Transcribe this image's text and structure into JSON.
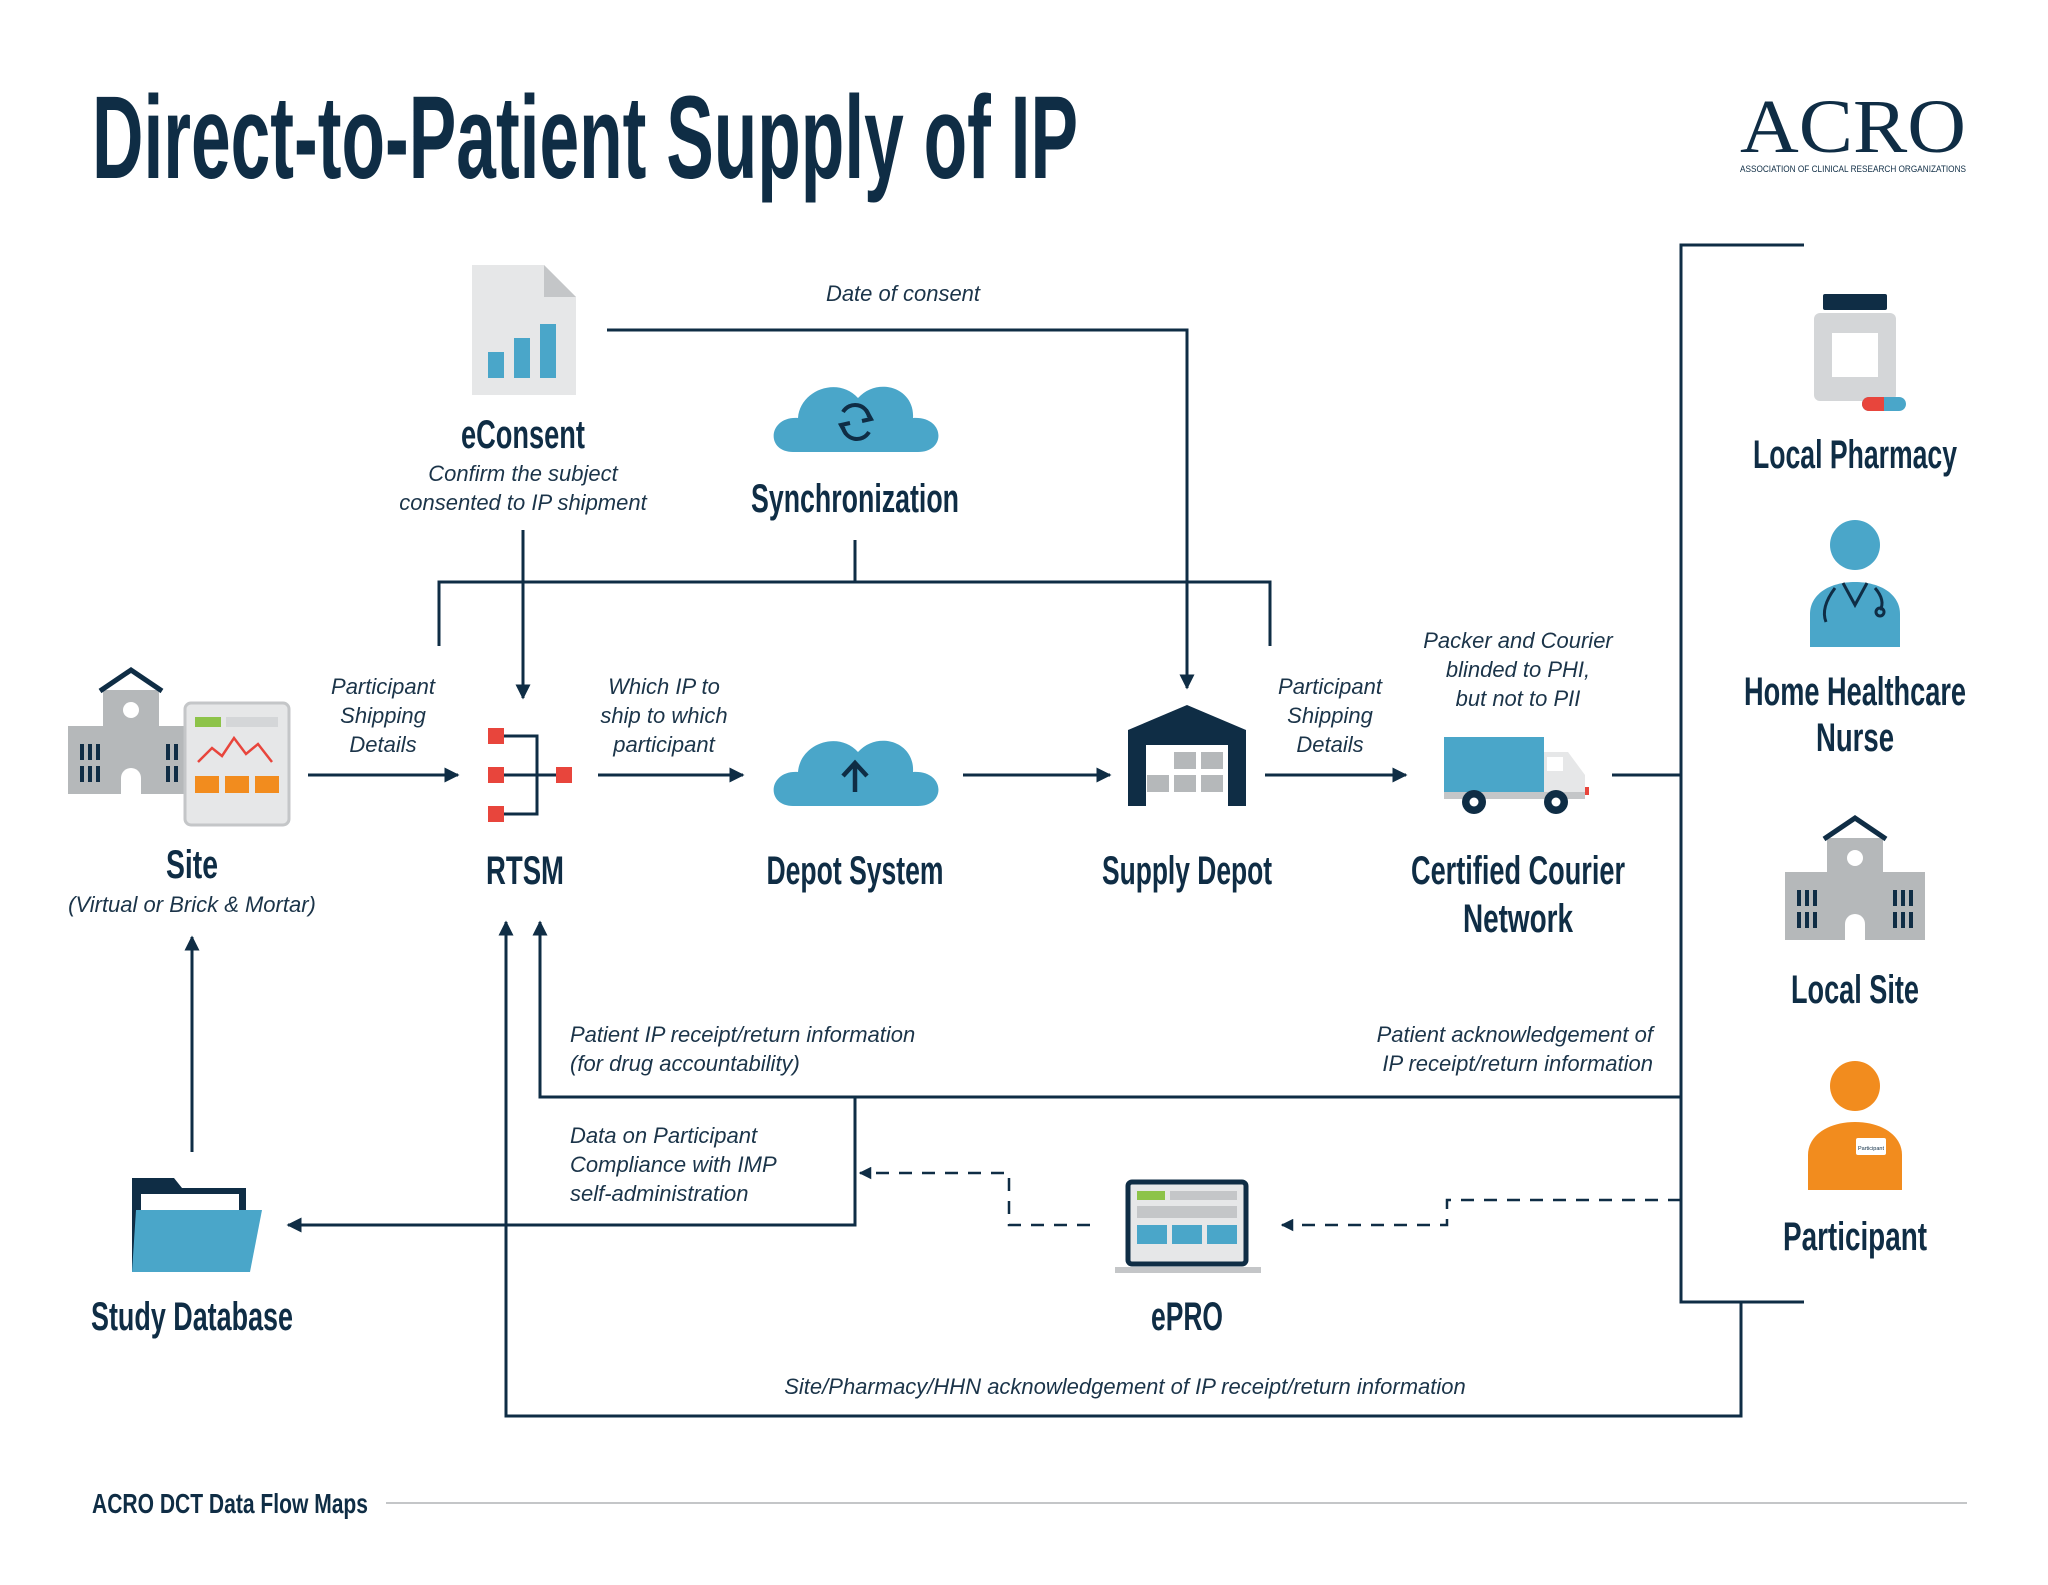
{
  "title": "Direct-to-Patient Supply of IP",
  "logo": {
    "name": "ACRO",
    "subtitle": "ASSOCIATION OF CLINICAL RESEARCH ORGANIZATIONS"
  },
  "footer": "ACRO DCT Data Flow Maps",
  "colors": {
    "navy": "#0f2d45",
    "blue": "#4aa6c9",
    "grey": "#b5b8ba",
    "orange": "#f28c1e",
    "red": "#e8453c",
    "green": "#8dc349"
  },
  "nodes": {
    "econsent": {
      "label": "eConsent",
      "sub": [
        "Confirm the subject",
        "consented to IP shipment"
      ],
      "icon": "document-chart-icon"
    },
    "sync": {
      "label": "Synchronization",
      "icon": "cloud-sync-icon"
    },
    "site": {
      "label": "Site",
      "sub": "(Virtual or Brick & Mortar)",
      "icon": "hospital-dashboard-icon"
    },
    "rtsm": {
      "label": "RTSM",
      "icon": "network-tree-icon"
    },
    "depot_system": {
      "label": "Depot System",
      "icon": "cloud-upload-icon"
    },
    "supply_depot": {
      "label": "Supply Depot",
      "icon": "warehouse-icon"
    },
    "courier": {
      "label": [
        "Certified Courier",
        "Network"
      ],
      "icon": "delivery-truck-icon"
    },
    "study_db": {
      "label": "Study Database",
      "icon": "folder-icon"
    },
    "epro": {
      "label": "ePRO",
      "icon": "laptop-icon"
    },
    "local_pharmacy": {
      "label": "Local Pharmacy",
      "icon": "pill-bottle-icon"
    },
    "hhn": {
      "label": [
        "Home Healthcare",
        "Nurse"
      ],
      "icon": "nurse-icon"
    },
    "local_site": {
      "label": "Local Site",
      "icon": "hospital-icon"
    },
    "participant": {
      "label": "Participant",
      "icon": "participant-icon",
      "badge": "Participant"
    }
  },
  "annotations": {
    "date_of_consent": "Date of consent",
    "site_shipping": [
      "Participant",
      "Shipping",
      "Details"
    ],
    "which_ip": [
      "Which IP to",
      "ship to which",
      "participant"
    ],
    "depot_shipping": [
      "Participant",
      "Shipping",
      "Details"
    ],
    "packer": [
      "Packer and Courier",
      "blinded to PHI,",
      "but not to PII"
    ],
    "patient_receipt": [
      "Patient IP receipt/return information",
      "(for drug accountability)"
    ],
    "patient_ack": [
      "Patient acknowledgement of",
      "IP receipt/return information"
    ],
    "compliance": [
      "Data on Participant",
      "Compliance with IMP",
      "self-administration"
    ],
    "site_pharmacy_ack": "Site/Pharmacy/HHN acknowledgement of IP receipt/return information"
  }
}
